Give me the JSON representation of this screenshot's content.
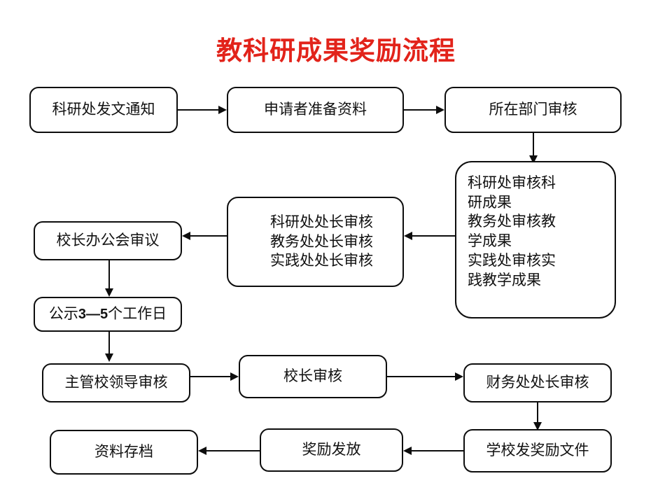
{
  "diagram": {
    "title": "教科研成果奖励流程",
    "title_color": "#e2231a",
    "background_color": "#ffffff",
    "border_color": "#0d0d0d",
    "box_fill": "#ffffff",
    "text_color": "#111111",
    "nodes": [
      {
        "id": "n1",
        "label": "科研处发文通知"
      },
      {
        "id": "n2",
        "label": "申请者准备资料"
      },
      {
        "id": "n3",
        "label": "所在部门审核"
      },
      {
        "id": "n4",
        "lines": [
          "科研处审核科",
          "研成果",
          "教务处审核教",
          "学成果",
          "实践处审核实",
          "践教学成果"
        ],
        "label": "科研处审核科研成果 教务处审核教学成果 实践处审核实践教学成果"
      },
      {
        "id": "n5",
        "lines": [
          "科研处处长审核",
          "教务处处长审核",
          "实践处处长审核"
        ],
        "label": "科研处处长审核 教务处处长审核 实践处处长审核"
      },
      {
        "id": "n6",
        "label": "校长办公会审议"
      },
      {
        "id": "n7",
        "label_prefix": "公示",
        "label_num": "3—5",
        "label_suffix": "个工作日",
        "label": "公示3—5个工作日"
      },
      {
        "id": "n8",
        "label": "主管校领导审核"
      },
      {
        "id": "n9",
        "label": "校长审核"
      },
      {
        "id": "n10",
        "label": "财务处处长审核"
      },
      {
        "id": "n11",
        "label": "学校发奖励文件"
      },
      {
        "id": "n12",
        "label": "奖励发放"
      },
      {
        "id": "n13",
        "label": "资料存档"
      }
    ],
    "edges": [
      {
        "from": "n1",
        "to": "n2",
        "direction": "right"
      },
      {
        "from": "n2",
        "to": "n3",
        "direction": "right"
      },
      {
        "from": "n3",
        "to": "n4",
        "direction": "down"
      },
      {
        "from": "n4",
        "to": "n5",
        "direction": "left"
      },
      {
        "from": "n5",
        "to": "n6",
        "direction": "left"
      },
      {
        "from": "n6",
        "to": "n7",
        "direction": "down"
      },
      {
        "from": "n7",
        "to": "n8",
        "direction": "down"
      },
      {
        "from": "n8",
        "to": "n9",
        "direction": "right"
      },
      {
        "from": "n9",
        "to": "n10",
        "direction": "right"
      },
      {
        "from": "n10",
        "to": "n11",
        "direction": "down"
      },
      {
        "from": "n11",
        "to": "n12",
        "direction": "left"
      },
      {
        "from": "n12",
        "to": "n13",
        "direction": "left"
      }
    ]
  }
}
